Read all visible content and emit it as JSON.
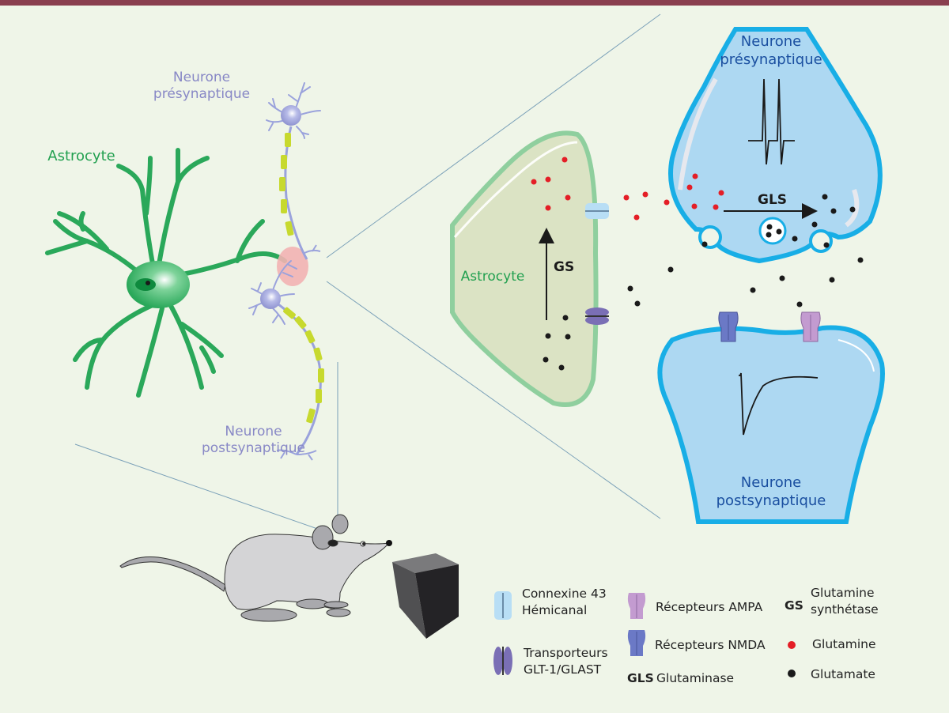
{
  "labels": {
    "presyn_neuron_small": [
      "Neurone",
      "présynaptique"
    ],
    "postsyn_neuron_small": [
      "Neurone",
      "postsynaptique"
    ],
    "astrocyte_small": "Astrocyte",
    "astrocyte_zoom": "Astrocyte",
    "presyn_neuron_zoom": [
      "Neurone",
      "présynaptique"
    ],
    "postsyn_neuron_zoom": [
      "Neurone",
      "postsynaptique"
    ],
    "gs_arrow": "GS",
    "gls_arrow": "GLS"
  },
  "legend": {
    "connexin": [
      "Connexine 43",
      "Hémicanal"
    ],
    "transporters": [
      "Transporteurs",
      "GLT-1/GLAST"
    ],
    "ampa": "Récepteurs AMPA",
    "nmda": "Récepteurs NMDA",
    "gls_abbr": "GLS",
    "gls_name": "Glutaminase",
    "gs_abbr": "GS",
    "gs_name": [
      "Glutamine",
      "synthétase"
    ],
    "glutamine": "Glutamine",
    "glutamate": "Glutamate"
  },
  "colors": {
    "glutamine": "#e41e26",
    "glutamate": "#1a1a1a",
    "astrocyte": "#2fb063",
    "neuron_membrane": "#18aee6",
    "neuron_fill": "#add8f2",
    "top_bar": "#8a3f4f"
  }
}
